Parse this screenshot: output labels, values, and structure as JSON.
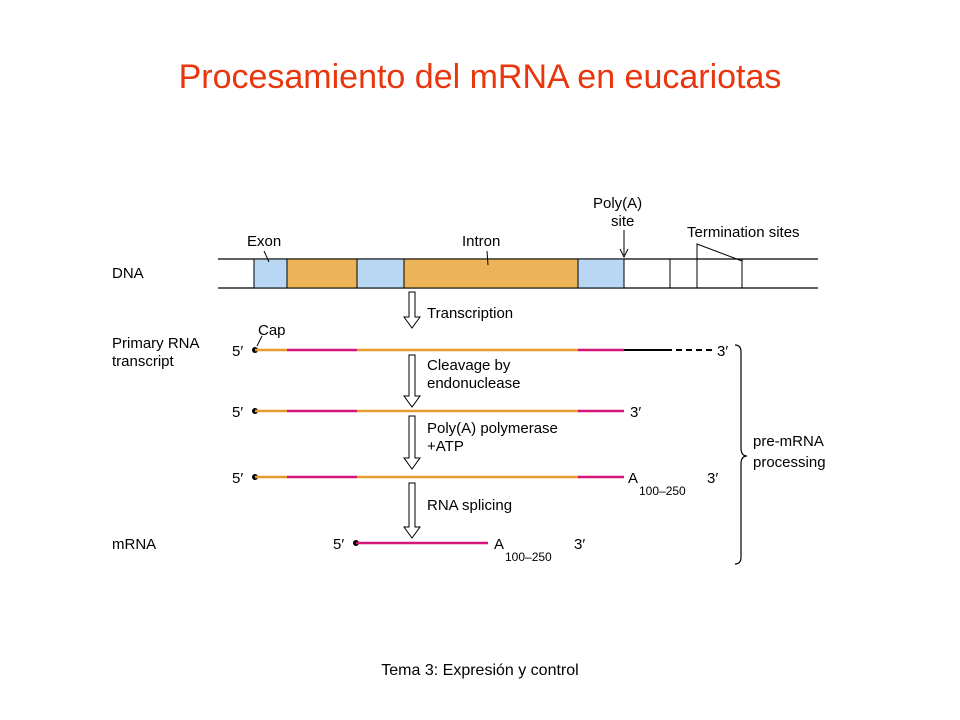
{
  "slide": {
    "title": "Procesamiento del mRNA en eucariotas",
    "footer": "Tema 3: Expresión y control"
  },
  "diagram": {
    "dna_label": "DNA",
    "exon_label": "Exon",
    "intron_label": "Intron",
    "polya_site_label_1": "Poly(A)",
    "polya_site_label_2": "site",
    "termination_label": "Termination sites",
    "primary_label_1": "Primary RNA",
    "primary_label_2": "transcript",
    "cap_label": "Cap",
    "mrna_label": "mRNA",
    "five_prime": "5′",
    "three_prime": "3′",
    "poly_a": "A",
    "poly_a_range": "100–250",
    "step_transcription": "Transcription",
    "step_cleavage_1": "Cleavage by",
    "step_cleavage_2": "endonuclease",
    "step_polya_1": "Poly(A) polymerase",
    "step_polya_2": "+ATP",
    "step_splicing": "RNA splicing",
    "processing_label_1": "pre-mRNA",
    "processing_label_2": "processing",
    "colors": {
      "exon": "#b9d6f2",
      "intron": "#edb359",
      "exon_rna": "#d4157a",
      "intron_rna": "#e89a2a",
      "title": "#e8360e"
    }
  }
}
